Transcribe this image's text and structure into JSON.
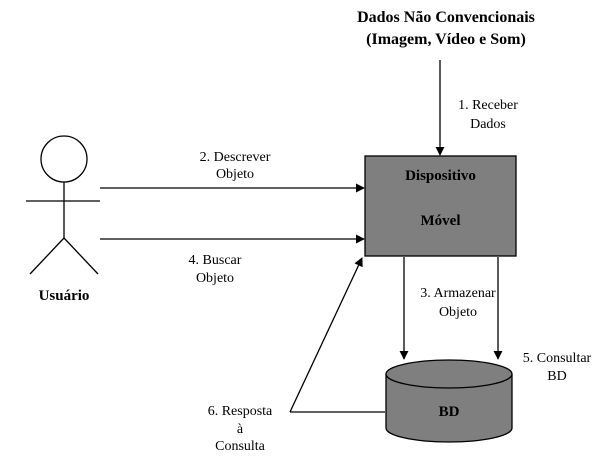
{
  "source": {
    "title_line1": "Dados Não Convencionais",
    "title_line2": "(Imagem, Vídeo e Som)"
  },
  "actor": {
    "label": "Usuário"
  },
  "device": {
    "line1": "Dispositivo",
    "line2": "Móvel",
    "fill": "#7f7f7f"
  },
  "database": {
    "label": "BD",
    "fill": "#7f7f7f"
  },
  "steps": {
    "s1_line1": "1. Receber",
    "s1_line2": "Dados",
    "s2_line1": "2. Descrever",
    "s2_line2": "Objeto",
    "s3_line1": "3. Armazenar",
    "s3_line2": "Objeto",
    "s4_line1": "4. Buscar",
    "s4_line2": "Objeto",
    "s5_line1": "5. Consultar",
    "s5_line2": "BD",
    "s6_line1": "6. Resposta",
    "s6_line2": "à",
    "s6_line3": "Consulta"
  }
}
